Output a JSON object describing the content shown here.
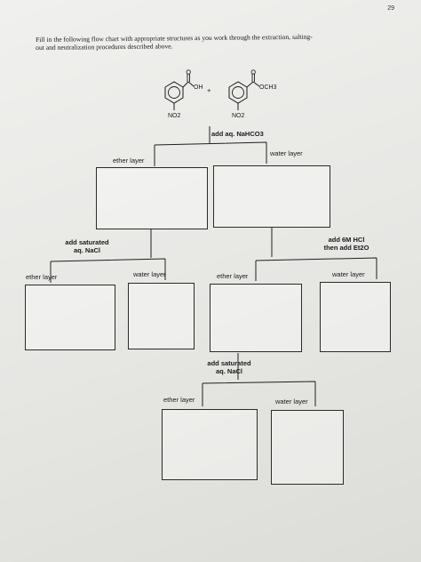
{
  "page_number": "29",
  "instructions": {
    "line1": "Fill in the following flow chart with appropriate structures as you work through the extraction, salting-",
    "line2": "out and neutralization procedures described above."
  },
  "starting_mixture": {
    "acid_label": "OH",
    "acid_nitro": "NO2",
    "plus_sign": "+",
    "ester_label": "OCH3",
    "ester_nitro": "NO2"
  },
  "step1": {
    "reagent": "add aq. NaHCO3",
    "left_layer": "ether layer",
    "right_layer": "water layer"
  },
  "step2_left": {
    "reagent_line1": "add saturated",
    "reagent_line2": "aq. NaCl",
    "left_layer": "ether layer",
    "right_layer": "water layer"
  },
  "step2_right": {
    "reagent_line1": "add 6M HCl",
    "reagent_line2": "then add Et2O",
    "left_layer": "ether layer",
    "right_layer": "water layer"
  },
  "step3": {
    "reagent_line1": "add saturated",
    "reagent_line2": "aq. NaCl",
    "left_layer": "ether layer",
    "right_layer": "water layer"
  }
}
